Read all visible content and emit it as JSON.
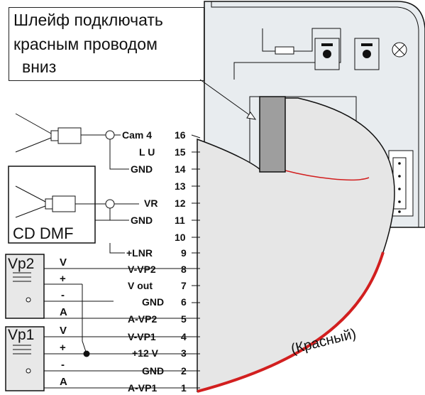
{
  "note": {
    "lines": [
      "Шлейф подключать",
      "красным проводом",
      "вниз"
    ]
  },
  "pins": [
    {
      "num": "16",
      "label": "Cam 4"
    },
    {
      "num": "15",
      "label": "L U"
    },
    {
      "num": "14",
      "label": "GND"
    },
    {
      "num": "13",
      "label": ""
    },
    {
      "num": "12",
      "label": "VR"
    },
    {
      "num": "11",
      "label": "GND"
    },
    {
      "num": "10",
      "label": ""
    },
    {
      "num": "9",
      "label": "+LNR"
    },
    {
      "num": "8",
      "label": "V-VP2"
    },
    {
      "num": "7",
      "label": "V out"
    },
    {
      "num": "6",
      "label": "GND"
    },
    {
      "num": "5",
      "label": "A-VP2"
    },
    {
      "num": "4",
      "label": "V-VP1"
    },
    {
      "num": "3",
      "label": "+12 V"
    },
    {
      "num": "2",
      "label": "GND"
    },
    {
      "num": "1",
      "label": "A-VP1"
    }
  ],
  "cd_box": {
    "label": "CD DMF"
  },
  "vp2": {
    "name": "Vp2",
    "signals": [
      "V",
      "+",
      "-",
      "A"
    ]
  },
  "vp1": {
    "name": "Vp1",
    "signals": [
      "V",
      "+",
      "-",
      "A"
    ]
  },
  "red_wire_caption": "(Красный)",
  "colors": {
    "board": "#e8ecef",
    "ribbon": "#e6e6e6",
    "red_wire": "#d21f1f",
    "line": "#111111"
  }
}
